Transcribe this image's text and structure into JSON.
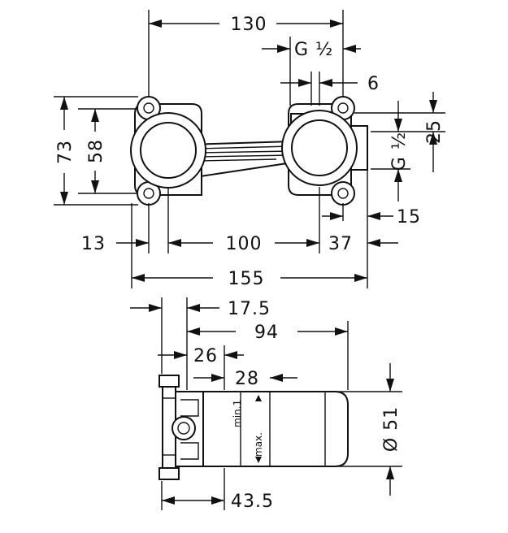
{
  "dimensions": {
    "top_width": "130",
    "thread_top": "G ½",
    "gap_6": "6",
    "height_73": "73",
    "height_58": "58",
    "height_25": "25",
    "thread_right": "G ½",
    "offset_15": "15",
    "offset_13": "13",
    "center_100": "100",
    "offset_37": "37",
    "total_155": "155",
    "side_17_5": "17.5",
    "side_94": "94",
    "side_26": "26",
    "side_28": "28",
    "diameter_51": "Ø 51",
    "depth_43_5": "43.5"
  },
  "labels": {
    "min_mark": "min.1",
    "max_mark": "max."
  }
}
